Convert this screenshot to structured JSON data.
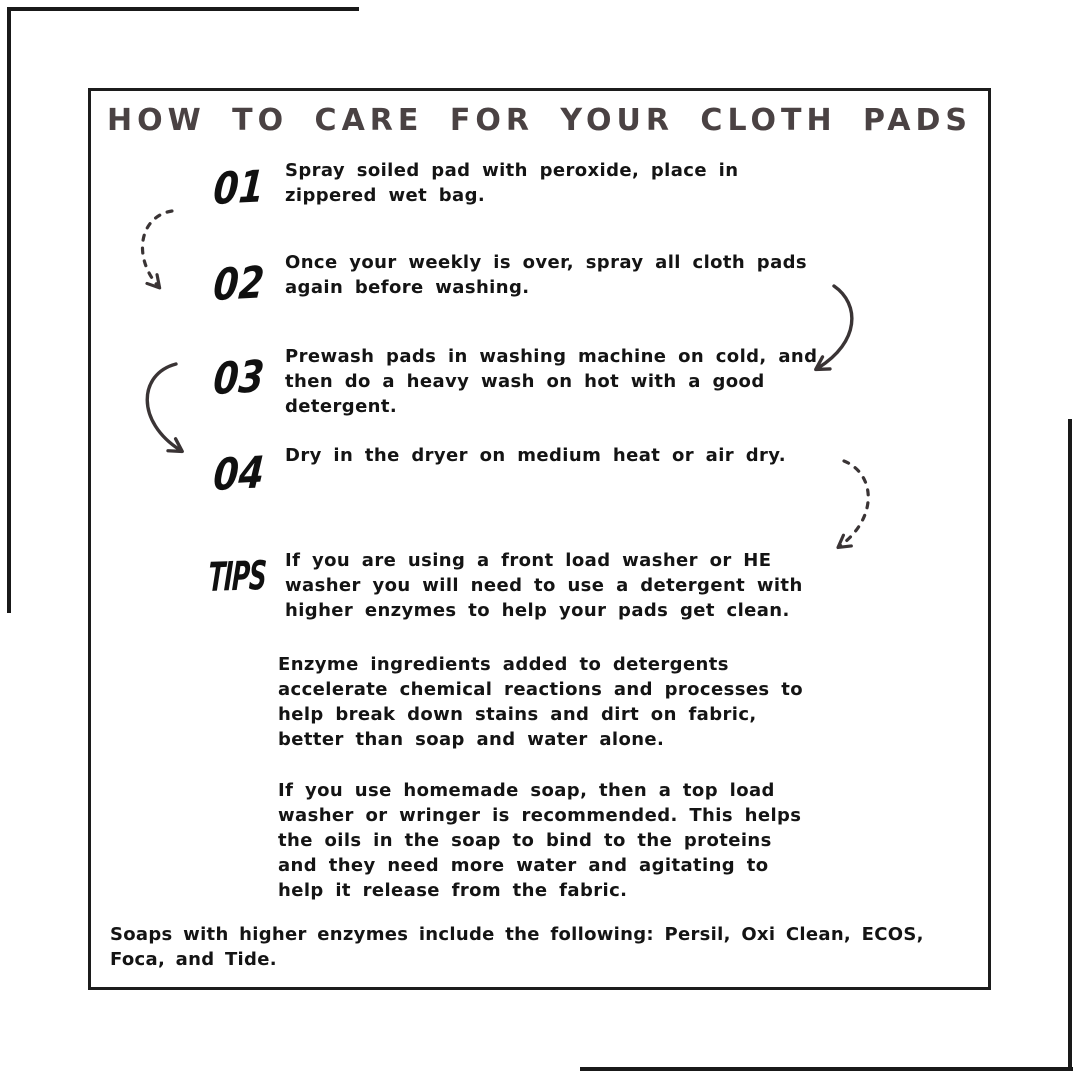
{
  "document": {
    "title": "HOW TO CARE FOR YOUR CLOTH PADS",
    "steps": [
      {
        "label": "01",
        "text": "Spray soiled pad with peroxide, place in\nzippered wet bag."
      },
      {
        "label": "02",
        "text": "Once your weekly is over, spray all cloth pads\nagain before washing."
      },
      {
        "label": "03",
        "text": "Prewash pads in washing machine on cold, and\nthen do a heavy wash on hot with a good\ndetergent."
      },
      {
        "label": "04",
        "text": "Dry in the dryer on medium heat or air dry."
      },
      {
        "label": "TIPS",
        "text": "If you are using a front load washer or HE\nwasher you will need to use a detergent with\nhigher enzymes to help your pads get clean."
      }
    ],
    "paragraphs": [
      "Enzyme ingredients added to detergents\naccelerate chemical reactions and processes to\nhelp break down stains and dirt on fabric,\nbetter than soap and water alone.",
      "If you use homemade soap, then a top load\nwasher or wringer is recommended. This helps\nthe oils in the soap to bind to the proteins\nand they need more water and agitating to\nhelp it release from the fabric."
    ],
    "footer": "Soaps with higher enzymes include the following: Persil, Oxi Clean, ECOS,\nFoca, and Tide."
  },
  "icons": [
    "corner-bracket-icon",
    "dashed-curved-arrow-icon",
    "solid-curved-arrow-icon"
  ],
  "colors": {
    "ink": "#141414",
    "title": "#4a4243",
    "arrow": "#3a3435",
    "frame": "#191919",
    "card_border": "#1c1c1c",
    "background": "#ffffff"
  }
}
